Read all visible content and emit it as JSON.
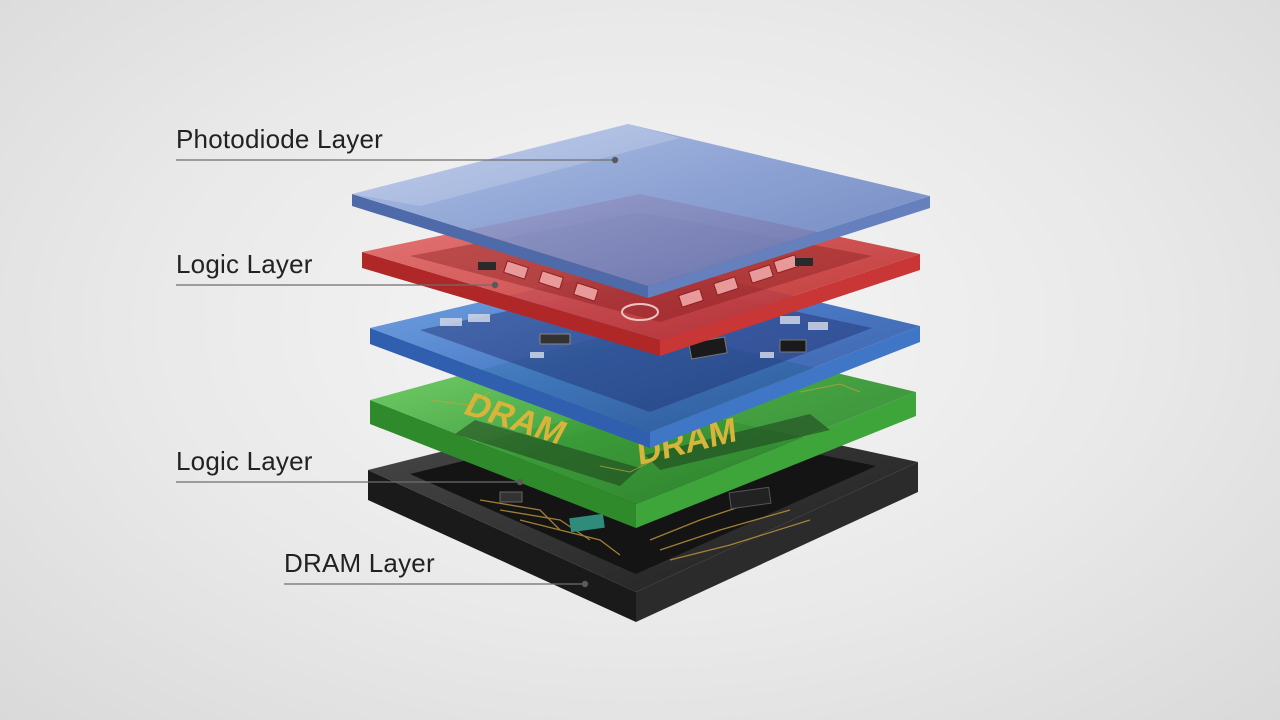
{
  "labels": {
    "photodiode": "Photodiode Layer",
    "logic_upper": "Logic Layer",
    "logic_lower": "Logic Layer",
    "dram": "DRAM Layer"
  },
  "chip_markings": {
    "left": "DRAM",
    "right": "DRAM"
  },
  "colors": {
    "photodiode": "#8ea6d9",
    "logic_red": "#d94a4a",
    "logic_blue": "#4d8bd6",
    "dram_green": "#4fbf4a",
    "base": "#2d2d2d",
    "marking": "#d9b43a"
  }
}
